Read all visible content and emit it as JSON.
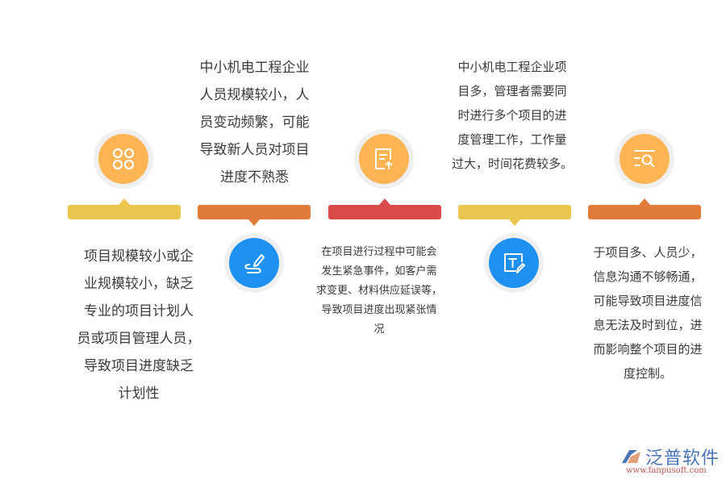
{
  "colors": {
    "yellow_bar": "#ebc64f",
    "orange_bar": "#e07b39",
    "red_bar": "#d94b4b",
    "orange_circle": "#fdb454",
    "blue_circle": "#1e90f0",
    "ring": "#f0f0f0",
    "text": "#3b3b3b"
  },
  "items": [
    {
      "icon": "grid-circles-icon",
      "lines": [
        "项目规模较小或企",
        "业规模较小，缺乏",
        "专业的项目计划人",
        "员或项目管理人员，",
        "导致项目进度缺乏",
        "计划性"
      ]
    },
    {
      "icon": "pen-signature-icon",
      "lines": [
        "中小机电工程企业",
        "人员规模较小，人",
        "员变动频繁，可能",
        "导致新人员对项目",
        "进度不熟悉"
      ]
    },
    {
      "icon": "document-upload-icon",
      "lines": [
        "在项目进行过程中可能会",
        "发生紧急事件，如客户需",
        "求变更、材料供应延误等，",
        "导致项目进度出现紧张情",
        "况"
      ]
    },
    {
      "icon": "text-edit-icon",
      "lines": [
        "中小机电工程企业项",
        "目多，管理者需要同",
        "时进行多个项目的进",
        "度管理工作，工作量",
        "过大，时间花费较多。"
      ]
    },
    {
      "icon": "list-search-icon",
      "lines": [
        "于项目多、人员少，",
        "信息沟通不够畅通，",
        "可能导致项目进度信",
        "息无法及时到位，进",
        "而影响整个项目的进",
        "度控制。"
      ]
    }
  ],
  "logo": {
    "name": "泛普软件",
    "url": "www.fanpusoft.com"
  }
}
